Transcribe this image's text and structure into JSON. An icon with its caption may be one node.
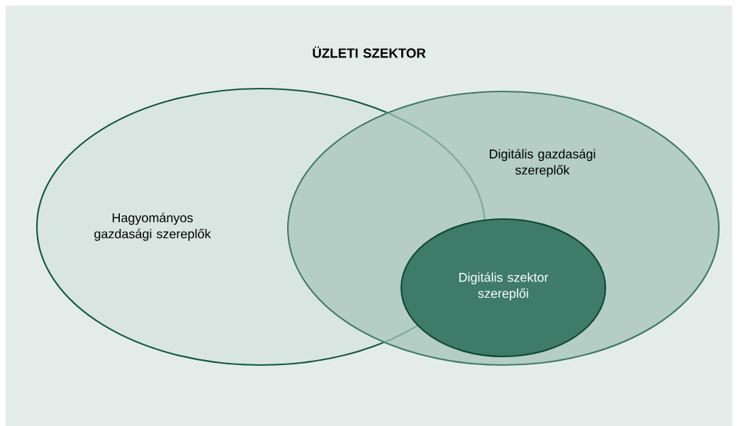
{
  "diagram": {
    "nodes": [
      {
        "text": [
          "ÜZLETI SZEKTOR"
        ]
      },
      {
        "text": [
          "Hagyományos gazdasági szereplők"
        ],
        "in": 0
      },
      {
        "text": [
          "Digitális gazdasági szereplők"
        ],
        "in": 0
      },
      {
        "text": [
          "Digitális szektor szereplői"
        ],
        "in": 2
      }
    ]
  }
}
